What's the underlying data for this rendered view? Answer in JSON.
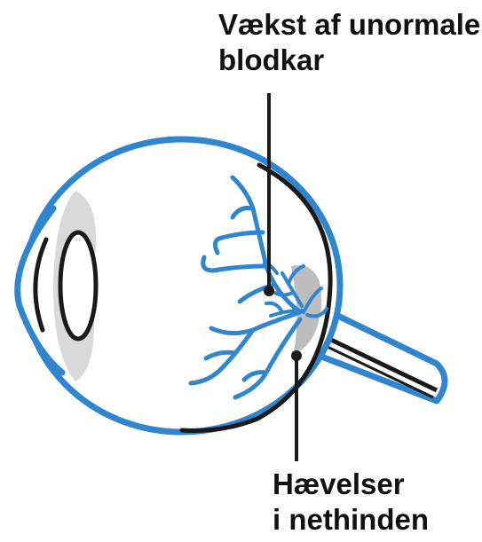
{
  "labels": {
    "top": {
      "line1": "Vækst af unormale",
      "line2": "blodkar"
    },
    "bottom": {
      "line1": "Hævelser",
      "line2": "i nethinden"
    }
  },
  "colors": {
    "outline_blue": "#2f86cf",
    "vessel_blue": "#2f86cf",
    "dark_line": "#1a1a1a",
    "lens_gray": "#d9d9d9",
    "swelling_gray": "#bdbdbd"
  }
}
